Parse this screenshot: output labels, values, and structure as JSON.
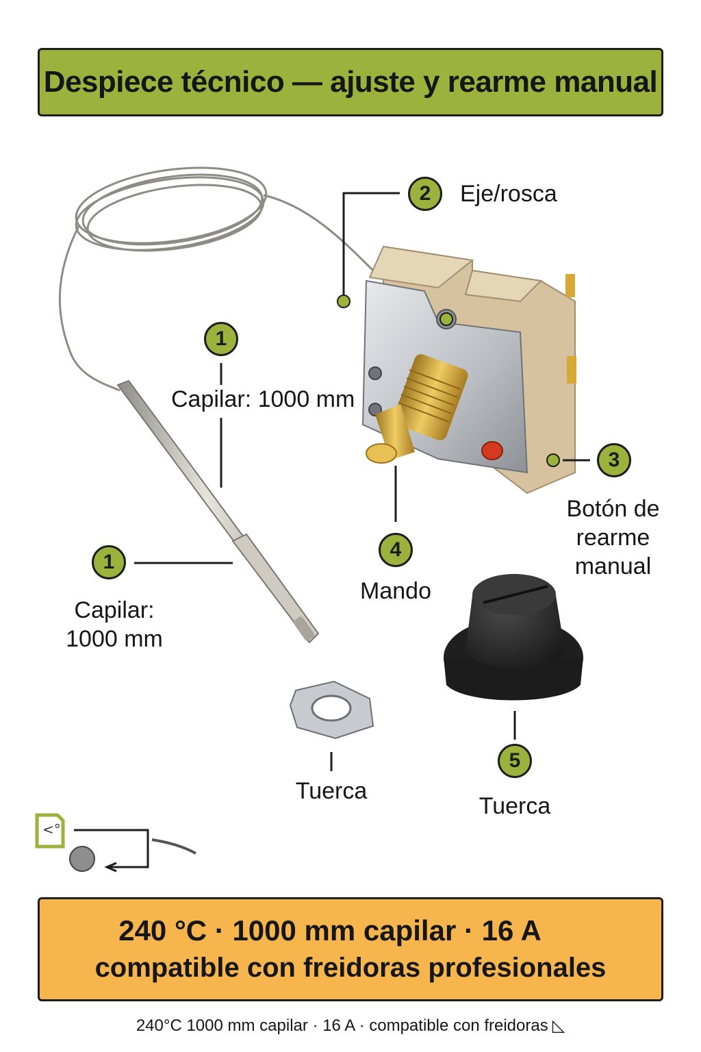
{
  "title": "Despiece técnico — ajuste y rearme manual",
  "callouts": [
    {
      "number": "1",
      "label_line1": "Capilar: 1000 mm",
      "label_line2": ""
    },
    {
      "number": "1",
      "label_line1": "Capilar:",
      "label_line2": "1000 mm"
    },
    {
      "number": "2",
      "label_line1": "Eje/rosca",
      "label_line2": ""
    },
    {
      "number": "3",
      "label_line1": "Botón de",
      "label_line2": "rearme",
      "label_line3": "manual"
    },
    {
      "number": "4",
      "label_line1": "Mando",
      "label_line2": ""
    },
    {
      "number": "5",
      "label_line1": "Tuerca",
      "label_line2": ""
    }
  ],
  "nut_label": "Tuerca",
  "spec_banner": {
    "line1": "240 °C · 1000 mm capilar · 16 A",
    "line2": "compatible con freidoras profesionales"
  },
  "footer_note": "240°C  1000 mm capilar · 16 A · compatible con freidoras",
  "icons": [
    "document-code-icon",
    "sensor-probe-icon",
    "arrow-left-icon",
    "ruler-triangle-icon"
  ],
  "colors": {
    "accent_green": "#9bb23c",
    "accent_orange": "#f7b54d",
    "reset_button_red": "#d63a1e",
    "brass": "#c9a038",
    "housing_beige": "#d7c2a0",
    "knob_black": "#2a2a2a"
  }
}
